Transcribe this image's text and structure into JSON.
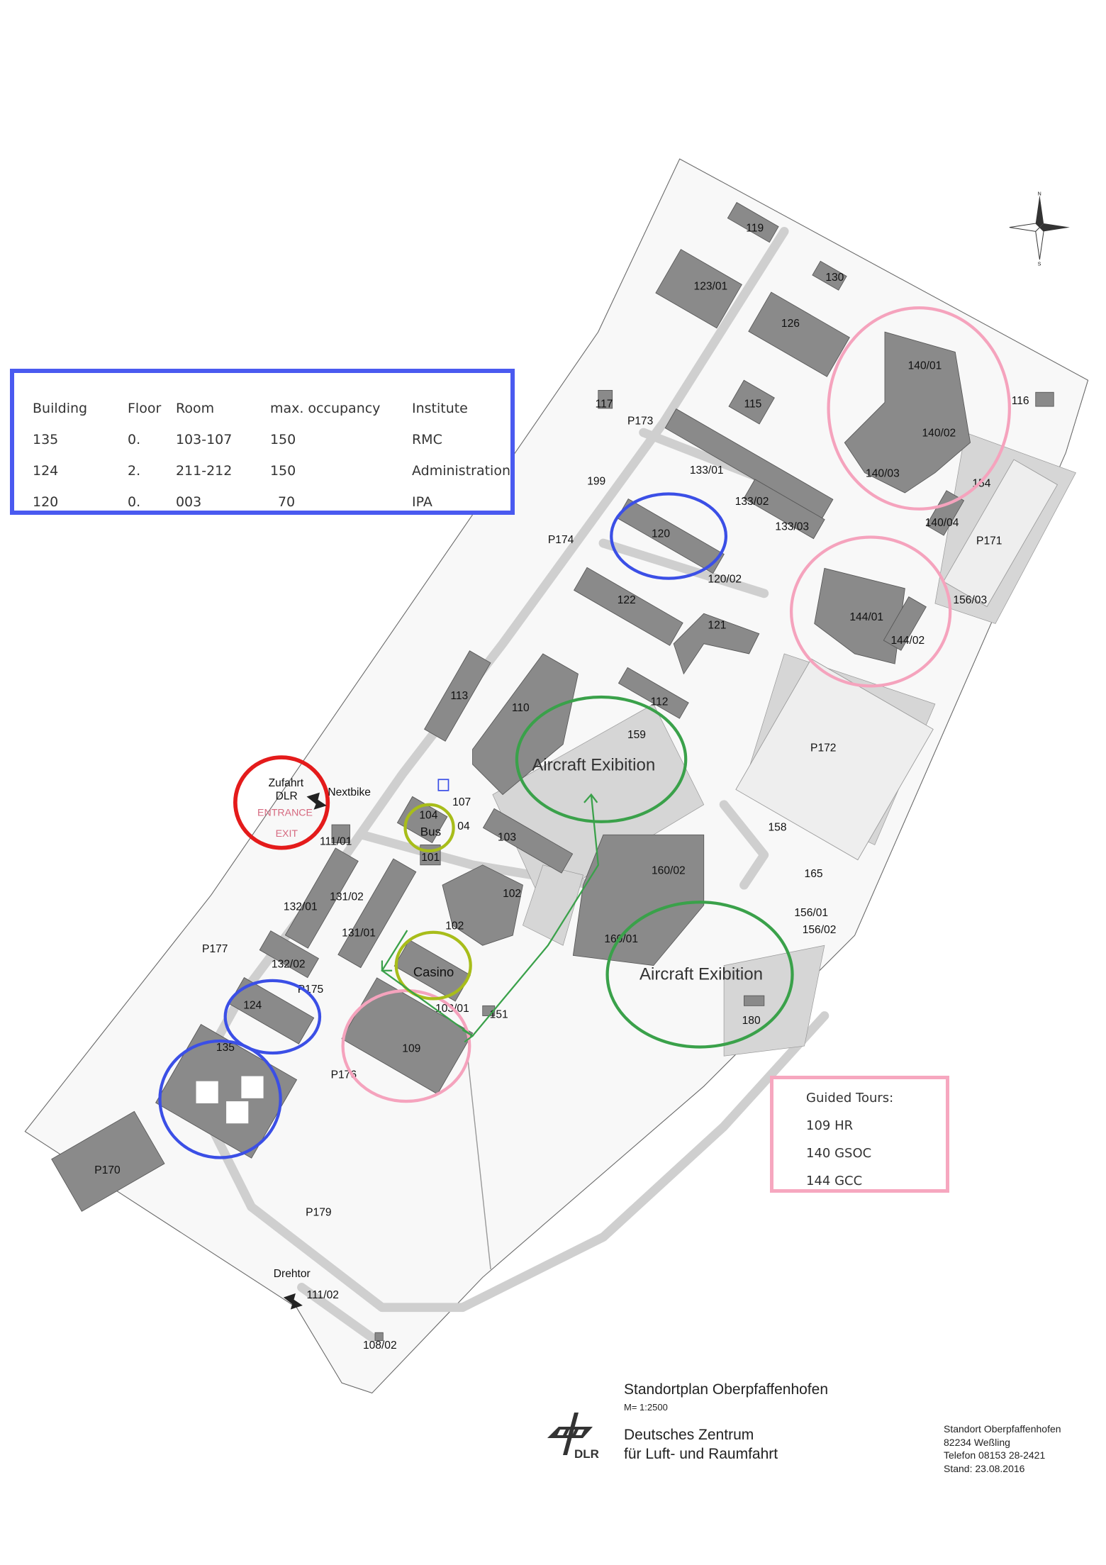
{
  "info_table": {
    "headers": [
      "Building",
      "Floor",
      "Room",
      "max. occupancy",
      "Institute"
    ],
    "rows": [
      [
        "135",
        "0.",
        "103-107",
        "150",
        "RMC"
      ],
      [
        "124",
        "2.",
        "211-212",
        "150",
        "Administration"
      ],
      [
        "120",
        "0.",
        "003",
        "70",
        "IPA"
      ]
    ],
    "border_color": "#4a5af0"
  },
  "guided_tours": {
    "title": "Guided Tours:",
    "items": [
      "109 HR",
      "140 GSOC",
      "144 GCC"
    ],
    "border_color": "#f6a7bf"
  },
  "map": {
    "buildings": [
      "119",
      "130",
      "123/01",
      "126",
      "140/01",
      "140/02",
      "140/03",
      "116",
      "154",
      "140/04",
      "115",
      "117",
      "P173",
      "133/01",
      "133/02",
      "133/03",
      "199",
      "120",
      "120/02",
      "P174",
      "P171",
      "156/03",
      "122",
      "121",
      "144/01",
      "144/02",
      "113",
      "110",
      "112",
      "159",
      "P172",
      "107",
      "104",
      "04",
      "103",
      "101",
      "111/01",
      "158",
      "160/02",
      "165",
      "132/01",
      "131/02",
      "102",
      "131/01",
      "156/01",
      "156/02",
      "P177",
      "132/02",
      "102",
      "160/01",
      "P175",
      "103/01",
      "151",
      "124",
      "180",
      "135",
      "109",
      "P176",
      "P170",
      "P179",
      "111/02",
      "108/02"
    ],
    "entrance": {
      "title_line1": "Zufahrt",
      "title_line2": "DLR",
      "entrance": "ENTRANCE",
      "exit": "EXIT",
      "color": "#e41b1b"
    },
    "nextbike": "Nextbike",
    "bus": "Bus",
    "casino": "Casino",
    "drehtor": "Drehtor",
    "aircraft_exhibition_1": "Aircraft Exibition",
    "aircraft_exhibition_2": "Aircraft Exibition",
    "compass": {
      "n": "N",
      "s": "S"
    },
    "colors": {
      "blue": "#3b4fe6",
      "pink": "#f5a3bd",
      "green": "#3aa14a",
      "olive": "#a8bd1a",
      "building": "#8a8a8a"
    }
  },
  "footer": {
    "title": "Standortplan  Oberpfaffenhofen",
    "scale": "M= 1:2500",
    "org_line1": "Deutsches Zentrum",
    "org_line2": "für Luft- und Raumfahrt",
    "logo_text": "DLR",
    "address": [
      "Standort Oberpfaffenhofen",
      "82234 Weßling",
      "Telefon 08153 28-2421",
      "Stand: 23.08.2016"
    ]
  }
}
